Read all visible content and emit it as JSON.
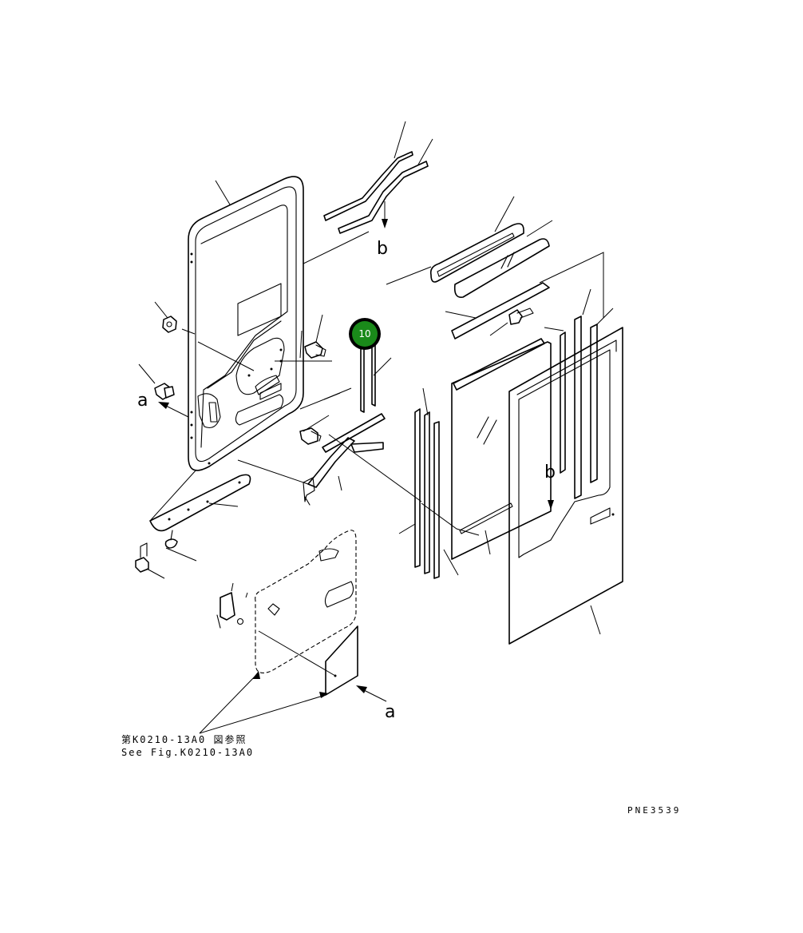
{
  "callout": {
    "number": "10",
    "fill_color": "#1a8a1a",
    "ring_color": "#000000"
  },
  "view_labels": {
    "a1": "a",
    "a2": "a",
    "b1": "b",
    "b2": "b"
  },
  "reference": {
    "line_jp": "第K0210-13A0 図参照",
    "line_en": "See Fig.K0210-13A0"
  },
  "drawing_code": "PNE3539"
}
